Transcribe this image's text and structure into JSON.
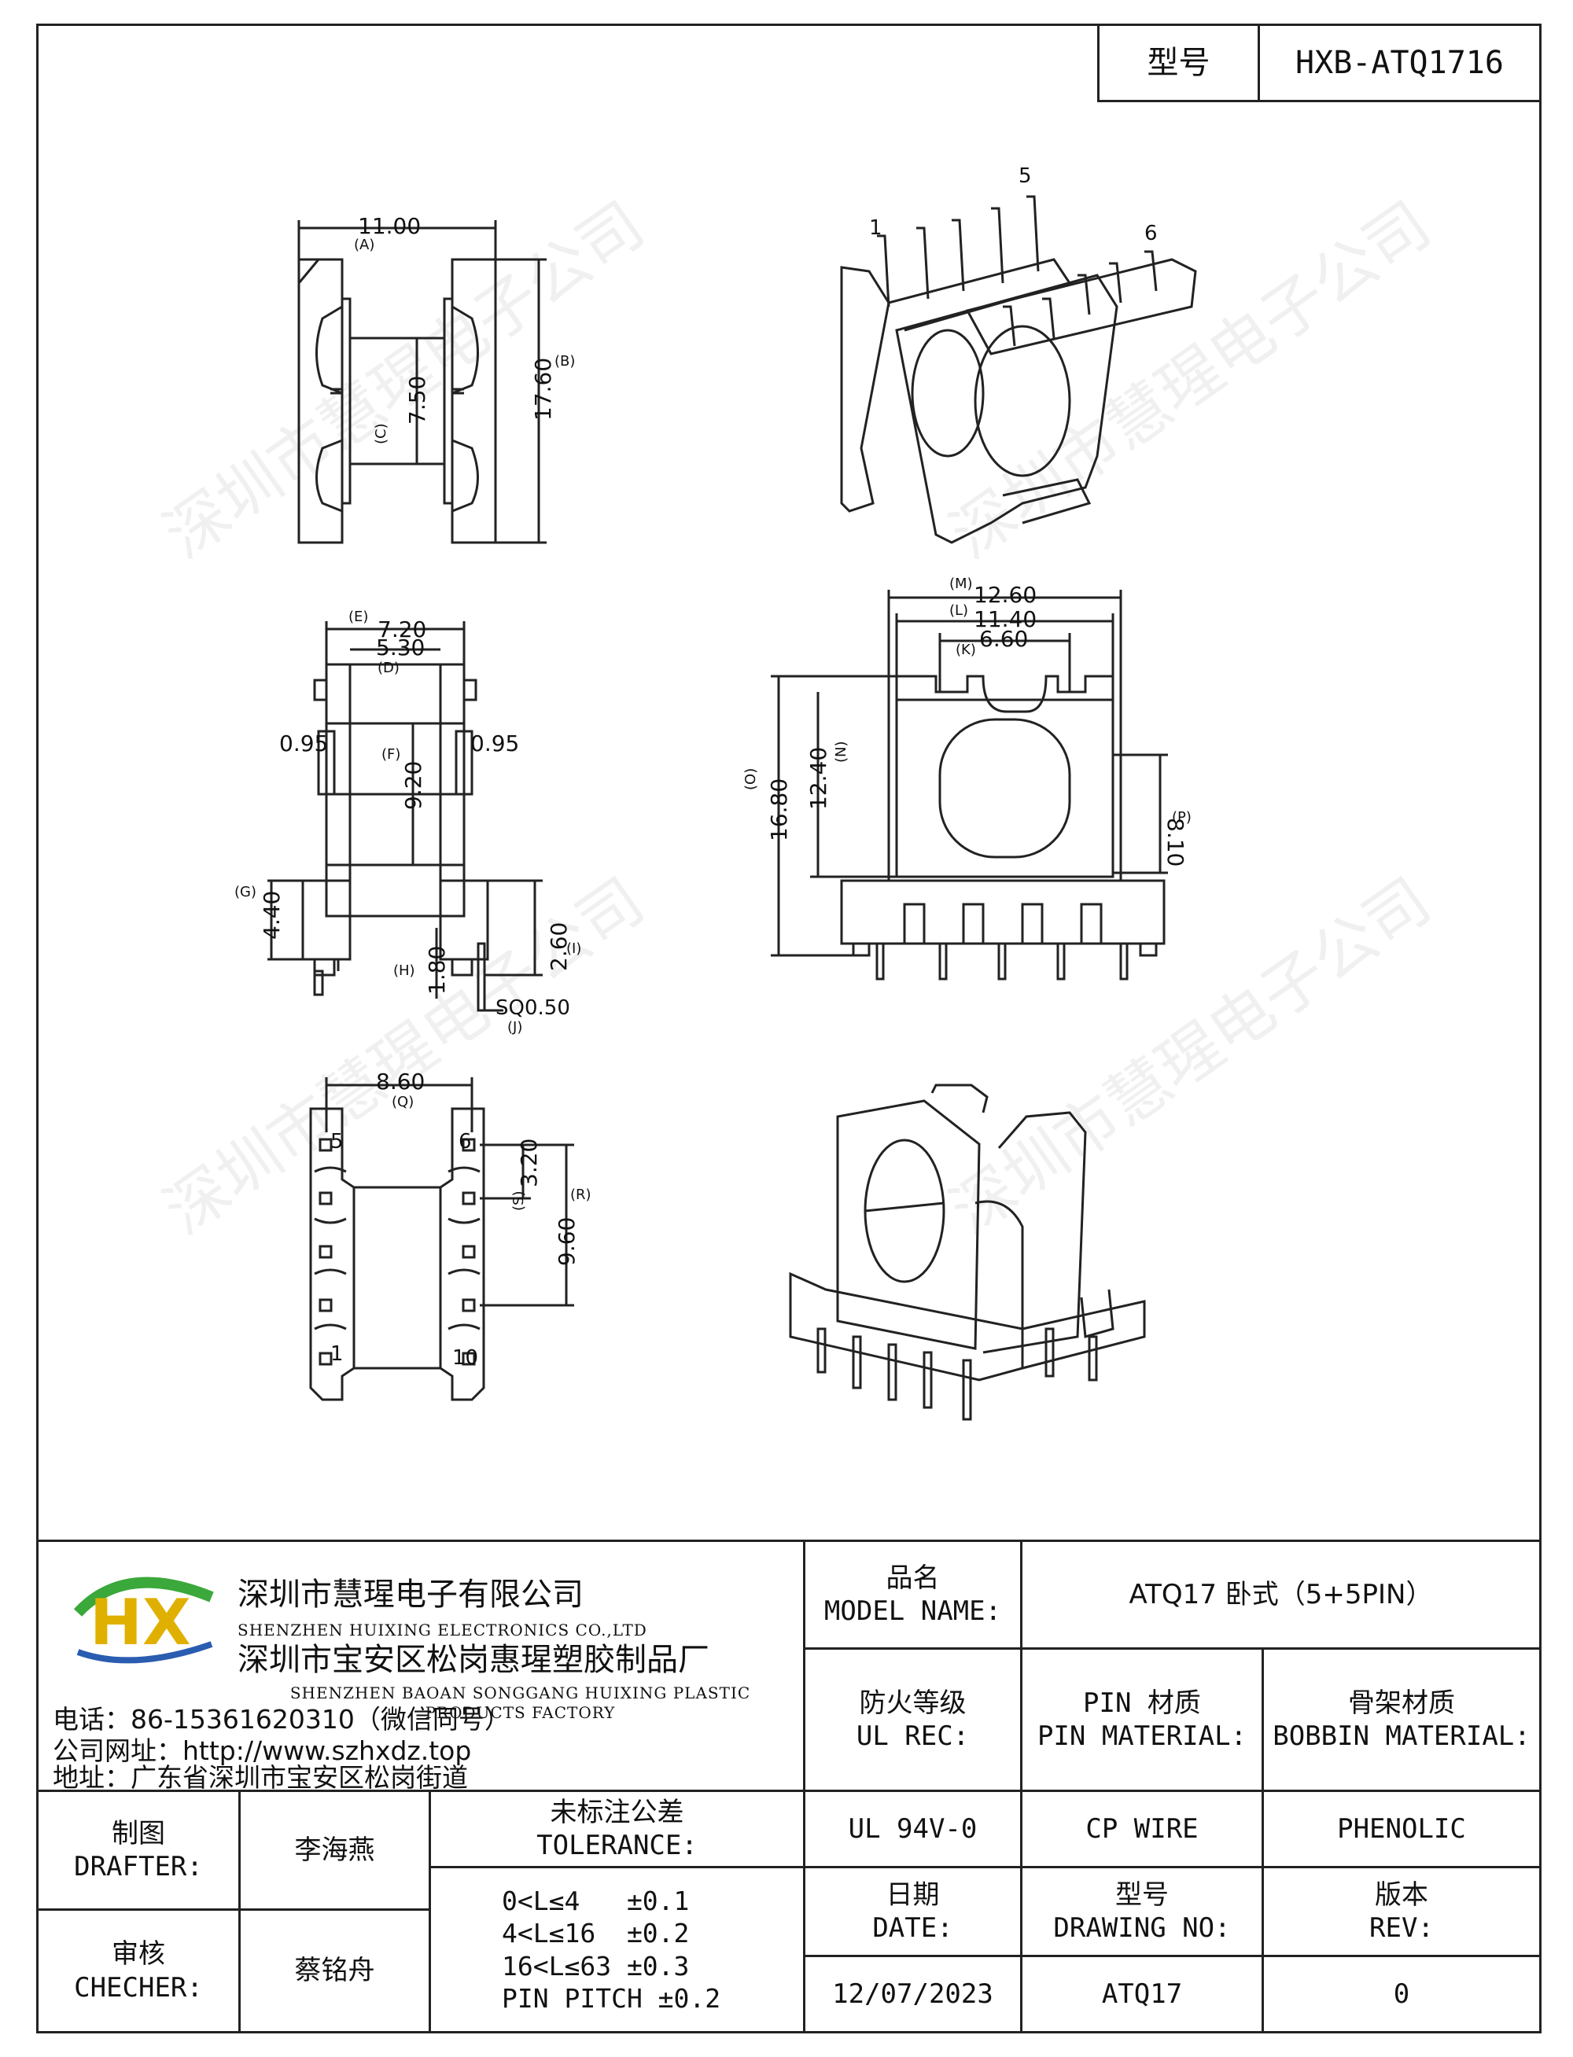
{
  "header": {
    "model_label": "型号",
    "model_value": "HXB-ATQ1716"
  },
  "views": {
    "side_view": {
      "width_value": "11.00",
      "width_tag": "(A)",
      "height_value": "17.60",
      "height_tag": "(B)",
      "inner_value": "7.50",
      "inner_tag": "(C)"
    },
    "top_3d": {
      "pin_label_1": "1",
      "pin_label_5": "5",
      "pin_label_6": "6"
    },
    "front_view": {
      "e_value": "7.20",
      "e_tag": "(E)",
      "d_value": "5.30",
      "d_tag": "(D)",
      "left_wall": "0.95",
      "right_wall": "0.95",
      "f_value": "9.20",
      "f_tag": "(F)",
      "g_value": "4.40",
      "g_tag": "(G)",
      "h_value": "1.80",
      "h_tag": "(H)",
      "i_value": "2.60",
      "i_tag": "(I)",
      "j_value": "SQ0.50",
      "j_tag": "(J)"
    },
    "end_view": {
      "m_value": "12.60",
      "m_tag": "(M)",
      "l_value": "11.40",
      "l_tag": "(L)",
      "k_value": "6.60",
      "k_tag": "(K)",
      "o_value": "16.80",
      "o_tag": "(O)",
      "n_value": "12.40",
      "n_tag": "(N)",
      "p_value": "8.10",
      "p_tag": "(P)"
    },
    "bottom_view": {
      "q_value": "8.60",
      "q_tag": "(Q)",
      "s_value": "3.20",
      "s_tag": "(S)",
      "r_value": "9.60",
      "r_tag": "(R)",
      "pin_5": "5",
      "pin_6": "6",
      "pin_1": "1",
      "pin_10": "10"
    }
  },
  "company": {
    "logo_text": "HX",
    "name_cn": "深圳市慧瑆电子有限公司",
    "name_en": "SHENZHEN HUIXING ELECTRONICS CO.,LTD",
    "factory_cn": "深圳市宝安区松岗惠瑆塑胶制品厂",
    "factory_en": "SHENZHEN BAOAN SONGGANG HUIXING PLASTIC PRODUCTS FACTORY",
    "phone": "电话：86-15361620310（微信同号）",
    "website": "公司网址：http://www.szhxdz.top",
    "address": "地址：广东省深圳市宝安区松岗街道"
  },
  "title_block": {
    "model_name_cn": "品名",
    "model_name_en": "MODEL NAME:",
    "model_name_value": "ATQ17 卧式（5+5PIN）",
    "ul_rec_cn": "防火等级",
    "ul_rec_en": "UL REC:",
    "pin_material_cn": "PIN 材质",
    "pin_material_en": "PIN MATERIAL:",
    "bobbin_material_cn": "骨架材质",
    "bobbin_material_en": "BOBBIN MATERIAL:",
    "ul_rec_value": "UL 94V-0",
    "pin_material_value": "CP WIRE",
    "bobbin_material_value": "PHENOLIC",
    "drafter_cn": "制图",
    "drafter_en": "DRAFTER:",
    "drafter_value": "李海燕",
    "checker_cn": "审核",
    "checker_en": "CHECHER:",
    "checker_value": "蔡铭舟",
    "tolerance_cn": "未标注公差",
    "tolerance_en": "TOLERANCE:",
    "tolerance_lines": [
      "0<L≤4   ±0.1",
      "4<L≤16  ±0.2",
      "16<L≤63 ±0.3",
      "PIN PITCH ±0.2"
    ],
    "date_cn": "日期",
    "date_en": "DATE:",
    "drawing_no_cn": "型号",
    "drawing_no_en": "DRAWING NO:",
    "rev_cn": "版本",
    "rev_en": "REV:",
    "date_value": "12/07/2023",
    "drawing_no_value": "ATQ17",
    "rev_value": "0"
  },
  "watermark_text": "深圳市慧瑆电子公司",
  "colors": {
    "line": "#222222",
    "logo_green": "#3aa83a",
    "logo_yellow": "#e0b000",
    "logo_blue": "#2a5db0"
  }
}
